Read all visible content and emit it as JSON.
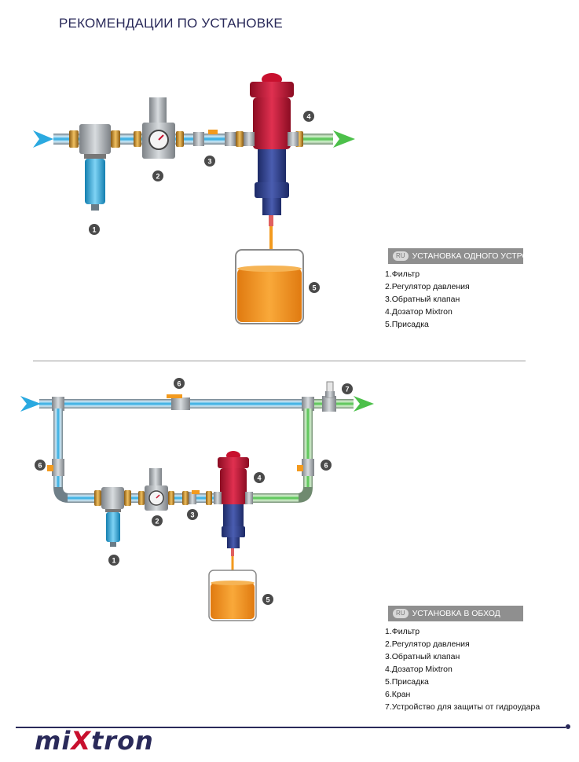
{
  "page": {
    "title": "РЕКОМЕНДАЦИИ ПО УСТАНОВКЕ"
  },
  "diagram_labels": {
    "n1": "1",
    "n2": "2",
    "n3": "3",
    "n4": "4",
    "n5": "5",
    "n6": "6",
    "n7": "7"
  },
  "section_single": {
    "lang_badge": "RU",
    "heading": "УСТАНОВКА ОДНОГО УСТРОЙСТВА",
    "items": [
      "1.Фильтр",
      "2.Регулятор давления",
      "3.Обратный клапан",
      "4.Дозатор Mixtron",
      "5.Присадка"
    ]
  },
  "section_bypass": {
    "lang_badge": "RU",
    "heading": "УСТАНОВКА В ОБХОД",
    "items": [
      "1.Фильтр",
      "2.Регулятор давления",
      "3.Обратный клапан",
      "4.Дозатор Mixtron",
      "5.Присадка",
      "6.Кран",
      "7.Устройство для защиты от гидроудара"
    ]
  },
  "logo": {
    "part1": "mi",
    "part2": "X",
    "part3": "tron"
  },
  "colors": {
    "inlet_arrow": "#2aa9e0",
    "outlet_arrow": "#4cc04a",
    "filter_body": "#2aa7dd",
    "dosing_pump": "#c8102e",
    "dosing_base": "#2d3f8f",
    "additive": "#f39a1e",
    "valve_handle": "#f39a1e",
    "brand": "#2a2a5a"
  }
}
